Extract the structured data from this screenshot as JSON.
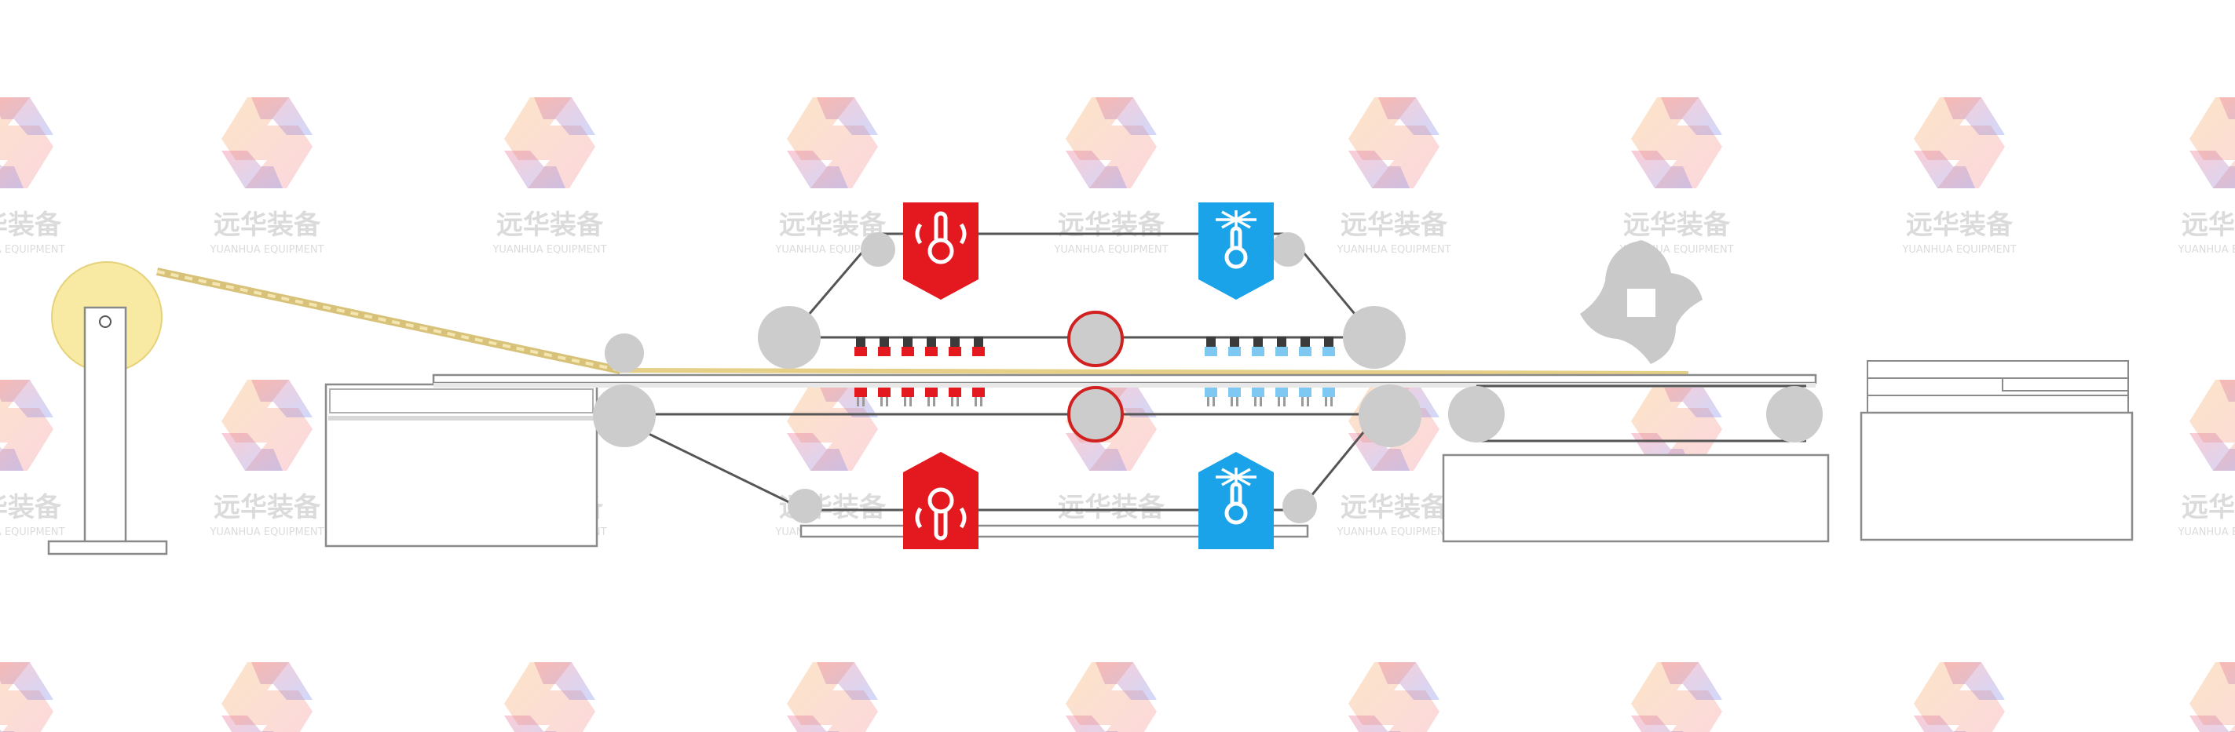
{
  "watermark": {
    "name": "远华装备",
    "subtitle": "YUANHUA EQUIPMENT",
    "colors": {
      "orange": "#f7a23a",
      "pink": "#f06f8a",
      "blue": "#7b8ff0",
      "text": "#bfbfbf"
    }
  },
  "colors": {
    "heater_red": "#e3191f",
    "cooler_blue": "#1aa3e8",
    "roller_gray": "#cccccc",
    "frame_line": "#8a8a8a",
    "pay_off_reel": "#f8eaa2",
    "material_strip": "#e6cf86",
    "nip_ring": "#d02020"
  },
  "icons": {
    "unwind_reel": "spool-reel-icon",
    "heater": "thermometer-heat-icon",
    "cooler": "thermometer-snowflake-icon",
    "cutter": "rotary-cutter-blade-icon"
  },
  "layout_counts": {
    "heater_elements_per_row": 6,
    "cooler_elements_per_row": 6
  }
}
